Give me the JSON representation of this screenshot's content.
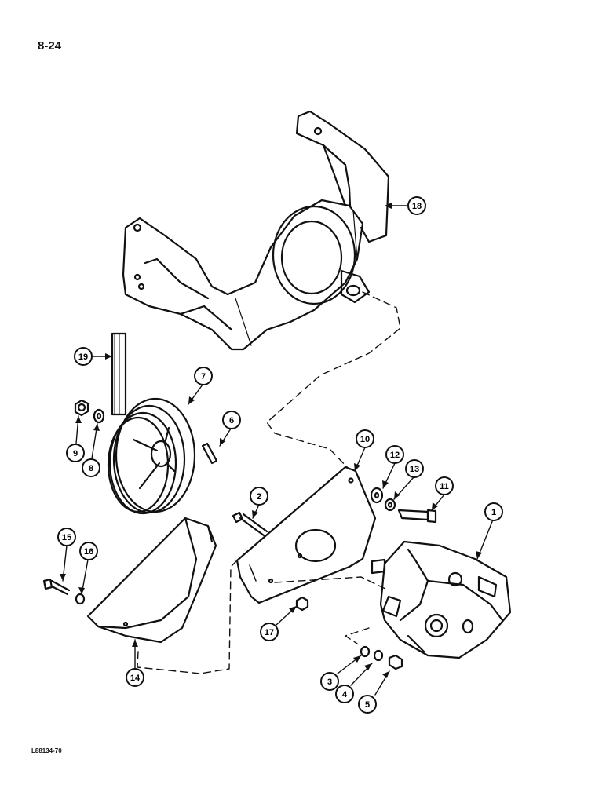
{
  "page": {
    "number": "8-24",
    "drawing_code": "L88134-70"
  },
  "callouts": {
    "c1": "1",
    "c2": "2",
    "c3": "3",
    "c4": "4",
    "c5": "5",
    "c6": "6",
    "c7": "7",
    "c8": "8",
    "c9": "9",
    "c10": "10",
    "c11": "11",
    "c12": "12",
    "c13": "13",
    "c14": "14",
    "c15": "15",
    "c16": "16",
    "c17": "17",
    "c18": "18",
    "c19": "19"
  },
  "colors": {
    "line": "#111111",
    "paper": "#ffffff"
  }
}
